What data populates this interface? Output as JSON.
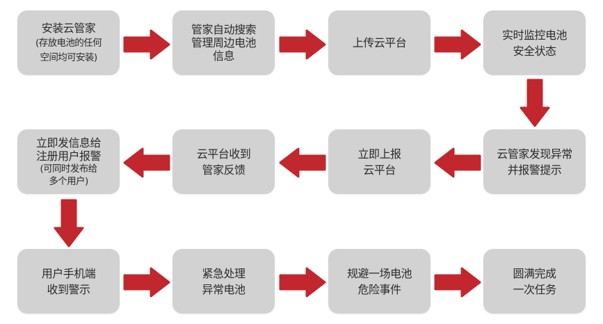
{
  "diagram": {
    "type": "flowchart",
    "colors": {
      "box_fill": "#d2d2d3",
      "text": "#2b2b2b",
      "arrow": "#c1272d",
      "background": "#ffffff"
    },
    "steps": [
      {
        "id": "step1",
        "lines": [
          "安装云管家"
        ],
        "note_lines": [
          "(存放电池的任何",
          "空间均可安装)"
        ]
      },
      {
        "id": "step2",
        "lines": [
          "管家自动搜索",
          "管理周边电池",
          "信息"
        ],
        "note_lines": []
      },
      {
        "id": "step3",
        "lines": [
          "上传云平台"
        ],
        "note_lines": []
      },
      {
        "id": "step4",
        "lines": [
          "实时监控电池",
          "安全状态"
        ],
        "note_lines": []
      },
      {
        "id": "step5",
        "lines": [
          "云管家发现异常",
          "并报警提示"
        ],
        "note_lines": []
      },
      {
        "id": "step6",
        "lines": [
          "立即上报",
          "云平台"
        ],
        "note_lines": []
      },
      {
        "id": "step7",
        "lines": [
          "云平台收到",
          "管家反馈"
        ],
        "note_lines": []
      },
      {
        "id": "step8",
        "lines": [
          "立即发信息给",
          "注册用户报警"
        ],
        "note_lines": [
          "(可同时发布给",
          "多个用户)"
        ]
      },
      {
        "id": "step9",
        "lines": [
          "用户手机端",
          "收到警示"
        ],
        "note_lines": []
      },
      {
        "id": "step10",
        "lines": [
          "紧急处理",
          "异常电池"
        ],
        "note_lines": []
      },
      {
        "id": "step11",
        "lines": [
          "规避一场电池",
          "危险事件"
        ],
        "note_lines": []
      },
      {
        "id": "step12",
        "lines": [
          "圆满完成",
          "一次任务"
        ],
        "note_lines": []
      }
    ],
    "connections": [
      {
        "from": "step1",
        "to": "step2",
        "direction": "right"
      },
      {
        "from": "step2",
        "to": "step3",
        "direction": "right"
      },
      {
        "from": "step3",
        "to": "step4",
        "direction": "right"
      },
      {
        "from": "step4",
        "to": "step5",
        "direction": "down"
      },
      {
        "from": "step5",
        "to": "step6",
        "direction": "left"
      },
      {
        "from": "step6",
        "to": "step7",
        "direction": "left"
      },
      {
        "from": "step7",
        "to": "step8",
        "direction": "left"
      },
      {
        "from": "step8",
        "to": "step9",
        "direction": "down"
      },
      {
        "from": "step9",
        "to": "step10",
        "direction": "right"
      },
      {
        "from": "step10",
        "to": "step11",
        "direction": "right"
      },
      {
        "from": "step11",
        "to": "step12",
        "direction": "right"
      }
    ]
  }
}
